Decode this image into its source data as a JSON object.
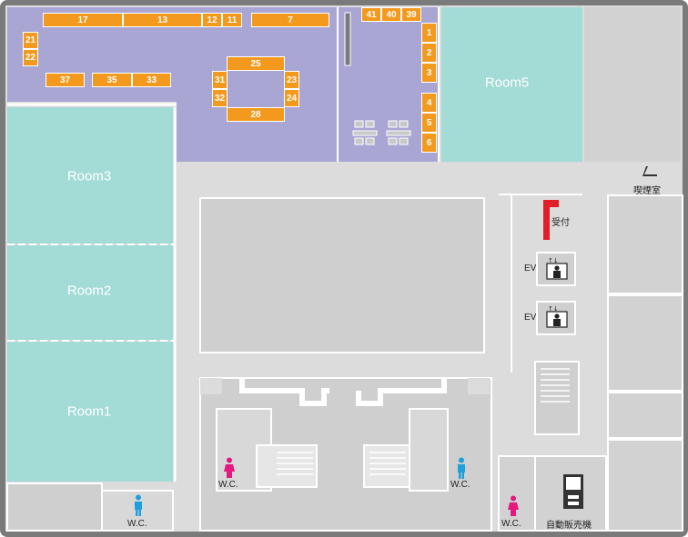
{
  "rooms": {
    "room1": "Room1",
    "room2": "Room2",
    "room3": "Room3",
    "room5": "Room5"
  },
  "facilities": {
    "reception": "受付",
    "smoking": "喫煙室",
    "ev1": "EV",
    "ev2": "EV",
    "wc_bottom_left": "W.C.",
    "wc_women_left": "W.C.",
    "wc_men_right": "W.C.",
    "wc_women_bottom": "W.C.",
    "vending": "自動販売機"
  },
  "booths": {
    "b17": "17",
    "b13": "13",
    "b12": "12",
    "b11": "11",
    "b7": "7",
    "b41": "41",
    "b40": "40",
    "b39": "39",
    "b1": "1",
    "b2": "2",
    "b3": "3",
    "b4": "4",
    "b5": "5",
    "b6": "6",
    "b21": "21",
    "b22": "22",
    "b37": "37",
    "b35": "35",
    "b33": "33",
    "b25": "25",
    "b28": "28",
    "b31": "31",
    "b32": "32",
    "b23": "23",
    "b24": "24"
  },
  "colors": {
    "booth": "#f39a1e",
    "exhibit_hall": "#a9a6d4",
    "room": "#a3dbd6",
    "corridor": "#dcdcdc",
    "reception": "#e11f26",
    "wc_women": "#e3197f",
    "wc_men": "#1ea0dc"
  }
}
